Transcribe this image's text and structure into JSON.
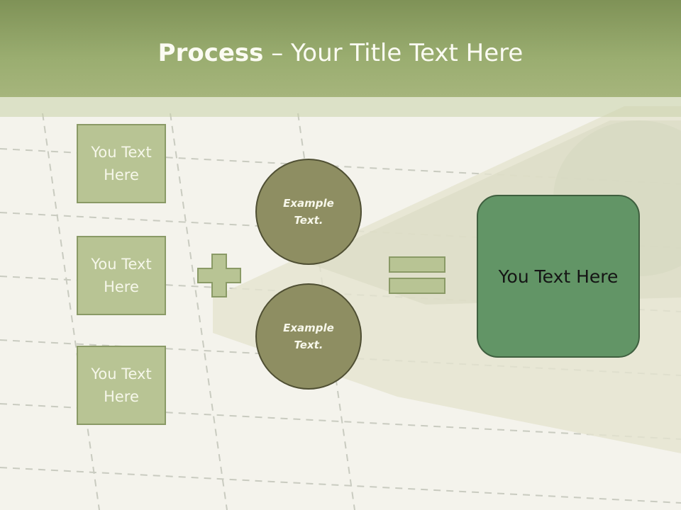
{
  "title": {
    "bold": "Process",
    "dash": " – ",
    "rest": "Your Title Text Here"
  },
  "boxes": [
    "You Text Here",
    "You Text Here",
    "You Text Here"
  ],
  "circles": [
    "Example Text.",
    "Example Text."
  ],
  "result": "You Text Here",
  "operators": {
    "plus": "plus-icon",
    "equals": "equals-icon"
  },
  "colors": {
    "header": "#9aad70",
    "box": "#b8c494",
    "circle": "#8e8e62",
    "result": "#629566"
  }
}
